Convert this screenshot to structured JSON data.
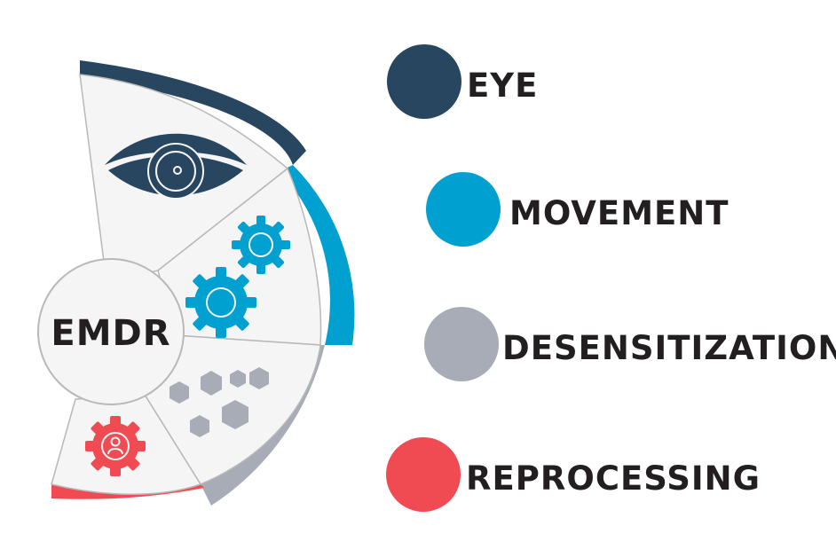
{
  "diagram": {
    "center_label": "EMDR",
    "segments": [
      {
        "label": "EYE",
        "color": "#284660",
        "icon": "eye-icon"
      },
      {
        "label": "MOVEMENT",
        "color": "#00a0d0",
        "icon": "gears-icon"
      },
      {
        "label": "DESENSITIZATION",
        "color": "#a7acb6",
        "icon": "hexagons-icon"
      },
      {
        "label": "REPROCESSING",
        "color": "#f04b52",
        "icon": "person-gear-icon"
      }
    ],
    "panel_fill": "#f5f5f5",
    "outline": "#b8b8b8",
    "text_color": "#231f20"
  }
}
